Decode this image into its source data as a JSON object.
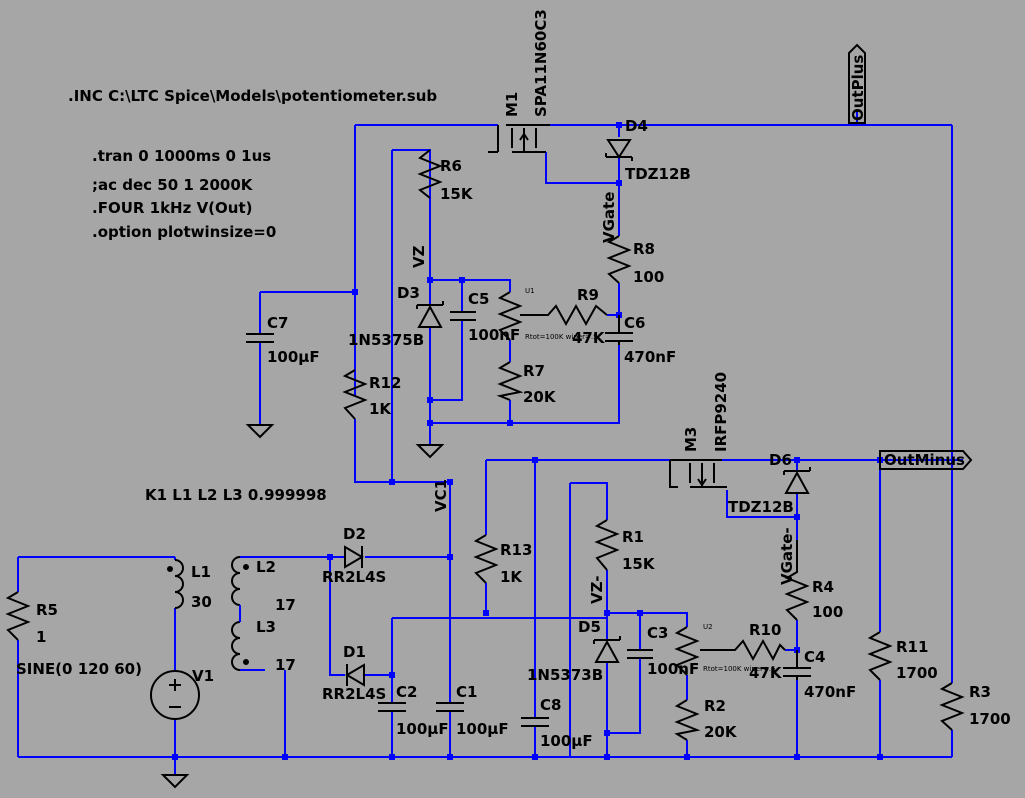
{
  "directives": {
    "inc": ".INC C:\\LTC Spice\\Models\\potentiometer.sub",
    "tran": ".tran 0 1000ms 0 1us",
    "ac": ";ac dec 50 1 2000K",
    "four": ".FOUR 1kHz V(Out)",
    "option": ".option plotwinsize=0",
    "coupling": "K1 L1 L2 L3 0.999998"
  },
  "nets": {
    "outplus": "OutPlus",
    "outminus": "OutMinus",
    "vz": "VZ",
    "vgate": "VGate",
    "vc1": "VC1",
    "vz_minus": "VZ-",
    "vgate_minus": "VGate-"
  },
  "components": {
    "m1": {
      "name": "M1",
      "value": "SPA11N60C3"
    },
    "m3": {
      "name": "M3",
      "value": "IRFP9240"
    },
    "d4": {
      "name": "D4",
      "value": "TDZ12B"
    },
    "d6": {
      "name": "D6",
      "value": "TDZ12B"
    },
    "d3": {
      "name": "D3",
      "value": "1N5375B"
    },
    "d5": {
      "name": "D5",
      "value": "1N5373B"
    },
    "d2": {
      "name": "D2",
      "value": "RR2L4S"
    },
    "d1": {
      "name": "D1",
      "value": "RR2L4S"
    },
    "r6": {
      "name": "R6",
      "value": "15K"
    },
    "r8": {
      "name": "R8",
      "value": "100"
    },
    "r9": {
      "name": "R9",
      "value": "47K"
    },
    "r7": {
      "name": "R7",
      "value": "20K"
    },
    "r12": {
      "name": "R12",
      "value": "1K"
    },
    "r13": {
      "name": "R13",
      "value": "1K"
    },
    "r1": {
      "name": "R1",
      "value": "15K"
    },
    "r4": {
      "name": "R4",
      "value": "100"
    },
    "r10": {
      "name": "R10",
      "value": "47K"
    },
    "r2": {
      "name": "R2",
      "value": "20K"
    },
    "r11": {
      "name": "R11",
      "value": "1700"
    },
    "r3": {
      "name": "R3",
      "value": "1700"
    },
    "r5": {
      "name": "R5",
      "value": "1"
    },
    "c7": {
      "name": "C7",
      "value": "100µF"
    },
    "c5": {
      "name": "C5",
      "value": "100nF"
    },
    "c6": {
      "name": "C6",
      "value": "470nF"
    },
    "c3": {
      "name": "C3",
      "value": "100nF"
    },
    "c4": {
      "name": "C4",
      "value": "470nF"
    },
    "c2": {
      "name": "C2",
      "value": "100µF"
    },
    "c1": {
      "name": "C1",
      "value": "100µF"
    },
    "c8": {
      "name": "C8",
      "value": "100µF"
    },
    "l1": {
      "name": "L1",
      "value": "30"
    },
    "l2": {
      "name": "L2",
      "value": "17"
    },
    "l3": {
      "name": "L3",
      "value": "17"
    },
    "v1": {
      "name": "V1",
      "value": "SINE(0 120 60)"
    },
    "u1": {
      "name": "U1",
      "note": "Rtot=100K wiper=.5"
    },
    "u2": {
      "name": "U2",
      "note": "Rtot=100K wiper=.5"
    }
  }
}
